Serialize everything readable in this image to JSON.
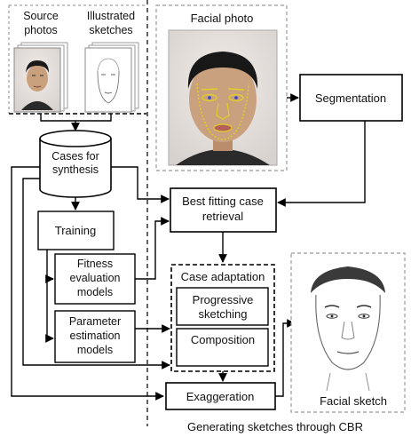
{
  "source_photos": {
    "line1": "Source",
    "line2": "photos"
  },
  "illustrated_sketches": {
    "line1": "Illustrated",
    "line2": "sketches"
  },
  "facial_photo": {
    "title": "Facial photo"
  },
  "segmentation": {
    "label": "Segmentation"
  },
  "cases_for_synthesis": {
    "line1": "Cases for",
    "line2": "synthesis"
  },
  "best_fitting": {
    "line1": "Best fitting case",
    "line2": "retrieval"
  },
  "training": {
    "label": "Training"
  },
  "fitness_models": {
    "line1": "Fitness",
    "line2": "evaluation",
    "line3": "models"
  },
  "parameter_models": {
    "line1": "Parameter",
    "line2": "estimation",
    "line3": "models"
  },
  "case_adaptation": {
    "title": "Case adaptation"
  },
  "progressive_sketching": {
    "line1": "Progressive",
    "line2": "sketching"
  },
  "composition": {
    "label": "Composition"
  },
  "exaggeration": {
    "label": "Exaggeration"
  },
  "facial_sketch": {
    "title": "Facial sketch"
  },
  "caption": "Generating sketches through CBR"
}
